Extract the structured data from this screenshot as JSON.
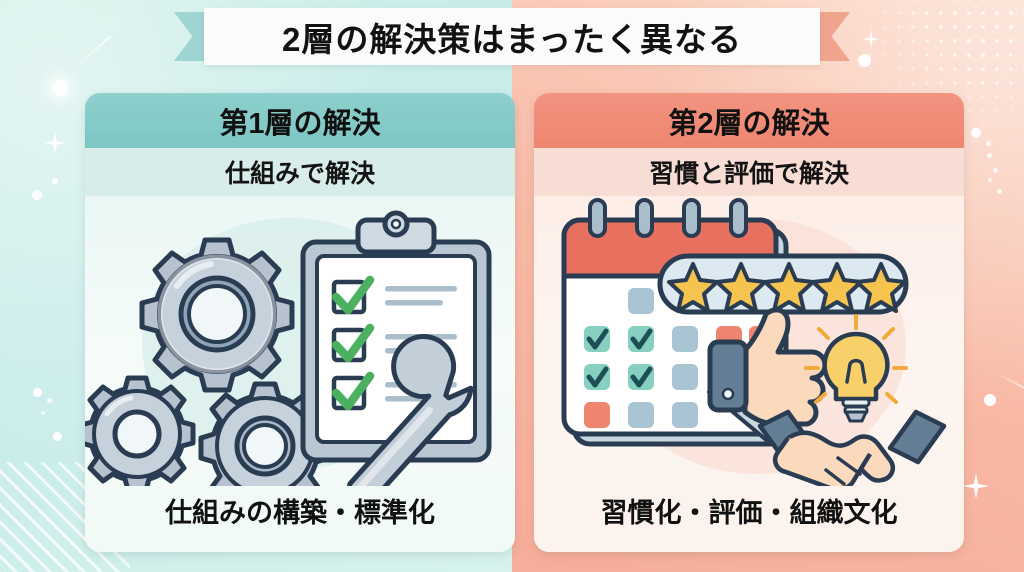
{
  "slide": {
    "title": "2層の解決策はまったく異なる",
    "background": {
      "left_color": "#c8ecea",
      "right_color": "#f6ad99"
    },
    "ribbon": {
      "background": "#fbfbfb",
      "left_tail_color": "#9ed4d2",
      "right_tail_color": "#f0a48e"
    }
  },
  "panels": [
    {
      "id": "layer-1",
      "header": "第1層の解決",
      "subtitle": "仕組みで解決",
      "caption": "仕組みの構築・標準化",
      "header_color": "#7cc6c4",
      "subtitle_color": "#d8ece9",
      "body_color": "#f2faf7",
      "illustration": "gears-clipboard-wrench-icon",
      "illustration_parts": [
        "gear-large-icon",
        "gear-small-icon",
        "gear-medium-icon",
        "clipboard-icon",
        "checkmark-icon",
        "wrench-icon"
      ],
      "checklist_items": 3
    },
    {
      "id": "layer-2",
      "header": "第2層の解決",
      "subtitle": "習慣と評価で解決",
      "caption": "習慣化・評価・組織文化",
      "header_color": "#ef8570",
      "subtitle_color": "#f8ddd4",
      "body_color": "#fcf3ee",
      "illustration": "calendar-stars-thumbsup-icon",
      "illustration_parts": [
        "calendar-icon",
        "star-icon",
        "thumbs-up-icon",
        "lightbulb-icon",
        "handshake-icon"
      ],
      "star_count": 5,
      "calendar_checked_days": 4
    }
  ]
}
